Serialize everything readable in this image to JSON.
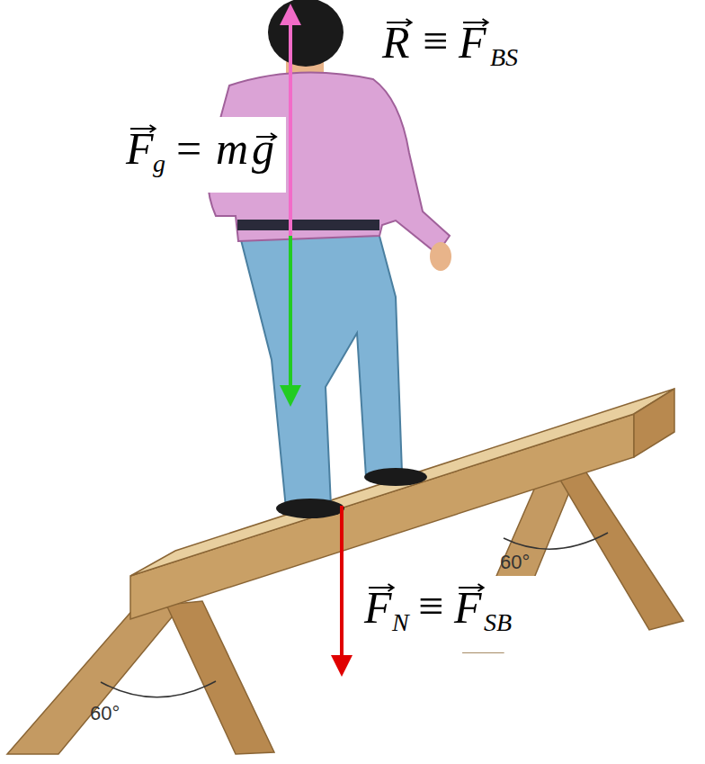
{
  "diagram": {
    "labels": [
      "R",
      "≡",
      "F",
      "BS",
      "F",
      "g",
      "=",
      "m",
      "g",
      "F",
      "N",
      "≡",
      "F",
      "SB",
      "60°",
      "60°"
    ]
  }
}
